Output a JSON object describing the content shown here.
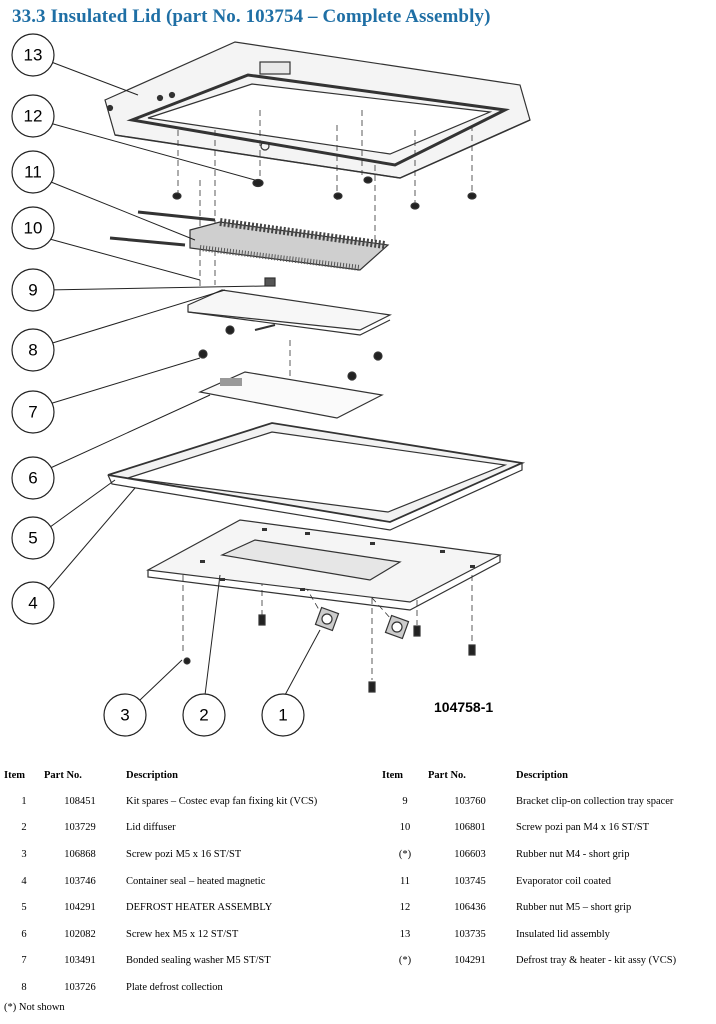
{
  "title": "33.3 Insulated Lid (part No. 103754 – Complete Assembly)",
  "drawing_number": "104758-1",
  "callouts": [
    "13",
    "12",
    "11",
    "10",
    "9",
    "8",
    "7",
    "6",
    "5",
    "4",
    "3",
    "2",
    "1"
  ],
  "table": {
    "headers": [
      "Item",
      "Part No.",
      "Description",
      "Item",
      "Part No.",
      "Description"
    ],
    "rows": [
      {
        "l_item": "1",
        "l_part": "108451",
        "l_desc": "Kit spares – Costec evap fan fixing kit (VCS)",
        "r_item": "9",
        "r_part": "103760",
        "r_desc": "Bracket clip-on collection tray spacer"
      },
      {
        "l_item": "2",
        "l_part": "103729",
        "l_desc": "Lid diffuser",
        "r_item": "10",
        "r_part": "106801",
        "r_desc": "Screw pozi pan M4 x 16 ST/ST"
      },
      {
        "l_item": "3",
        "l_part": "106868",
        "l_desc": "Screw pozi M5 x 16 ST/ST",
        "r_item": "(*)",
        "r_part": "106603",
        "r_desc": "Rubber nut M4 - short grip"
      },
      {
        "l_item": "4",
        "l_part": "103746",
        "l_desc": "Container seal – heated magnetic",
        "r_item": "11",
        "r_part": "103745",
        "r_desc": "Evaporator coil coated"
      },
      {
        "l_item": "5",
        "l_part": "104291",
        "l_desc": "DEFROST HEATER ASSEMBLY",
        "r_item": "12",
        "r_part": "106436",
        "r_desc": "Rubber nut M5 – short grip"
      },
      {
        "l_item": "6",
        "l_part": "102082",
        "l_desc": "Screw hex M5 x 12 ST/ST",
        "r_item": "13",
        "r_part": "103735",
        "r_desc": "Insulated lid assembly"
      },
      {
        "l_item": "7",
        "l_part": "103491",
        "l_desc": "Bonded sealing washer M5 ST/ST",
        "r_item": "(*)",
        "r_part": "104291",
        "r_desc": "Defrost tray & heater - kit assy (VCS)"
      },
      {
        "l_item": "8",
        "l_part": "103726",
        "l_desc": "Plate defrost collection",
        "r_item": "",
        "r_part": "",
        "r_desc": ""
      }
    ]
  },
  "footnote": "(*) Not shown"
}
